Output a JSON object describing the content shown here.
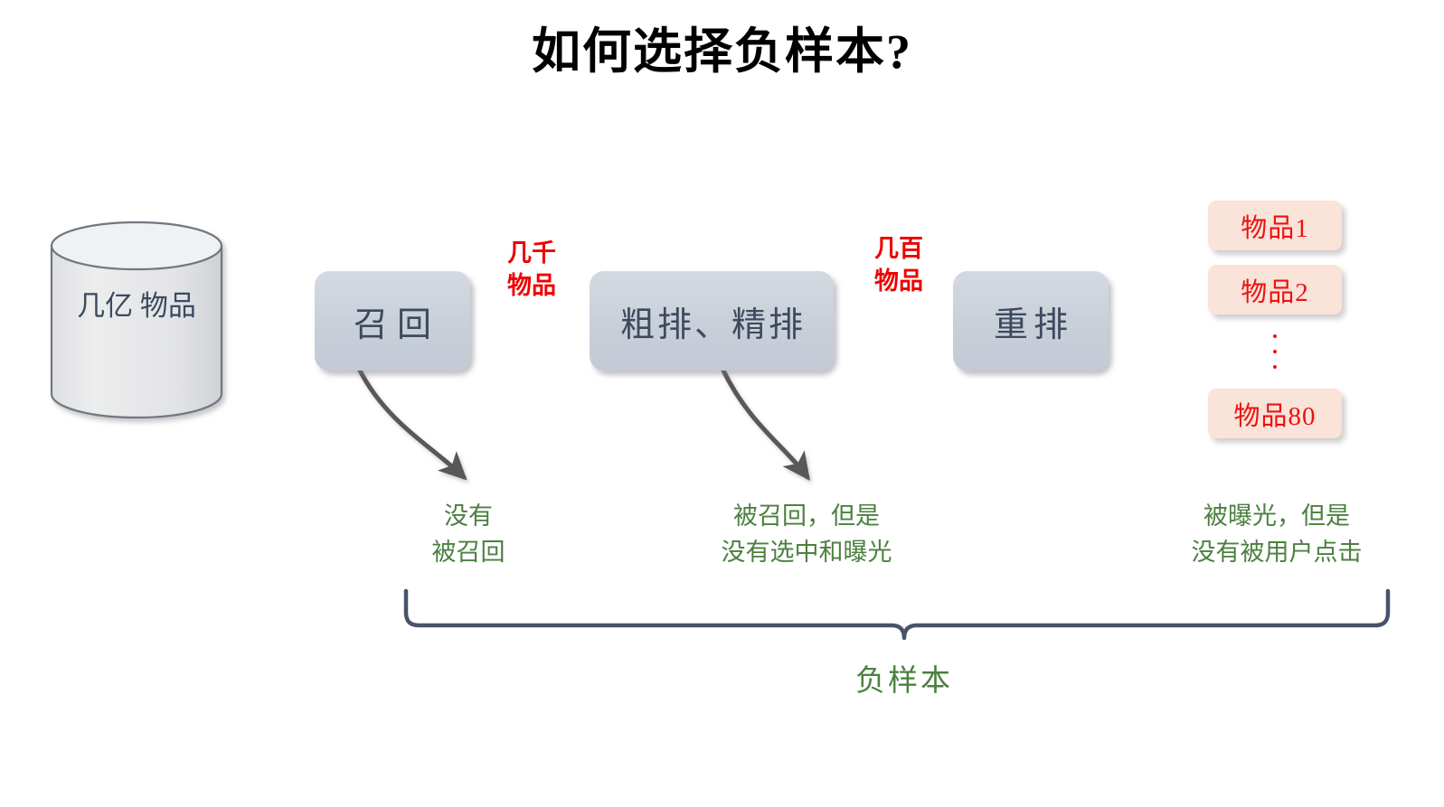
{
  "title": "如何选择负样本?",
  "source": {
    "label": "几亿\n物品",
    "icon": "database-cylinder-icon"
  },
  "stages": [
    {
      "id": "recall",
      "label": "召回"
    },
    {
      "id": "ranking",
      "label": "粗排、精排"
    },
    {
      "id": "rerank",
      "label": "重排"
    }
  ],
  "flow_counts": [
    {
      "after_stage": "recall",
      "label": "几千\n物品"
    },
    {
      "after_stage": "ranking",
      "label": "几百\n物品"
    }
  ],
  "results": {
    "items": [
      {
        "label": "物品1"
      },
      {
        "label": "物品2"
      },
      {
        "label": "物品80"
      }
    ],
    "ellipsis": "⋮"
  },
  "notes": [
    {
      "id": "not-recalled",
      "label": "没有\n被召回"
    },
    {
      "id": "not-selected",
      "label": "被召回，但是\n没有选中和曝光"
    },
    {
      "id": "not-clicked",
      "label": "被曝光，但是\n没有被用户点击"
    }
  ],
  "bracket": {
    "label": "负样本"
  },
  "colors": {
    "title": "#000000",
    "box_fill": "#ccd1da",
    "box_text": "#3c4a5e",
    "item_fill": "#fae3d9",
    "item_text": "#ee1111",
    "count_text": "#ee0000",
    "note_text": "#4c8040",
    "arrow": "#595959",
    "bracket": "#46536b",
    "cylinder_fill": "#e8e9eb",
    "cylinder_stroke": "#6f7780"
  }
}
